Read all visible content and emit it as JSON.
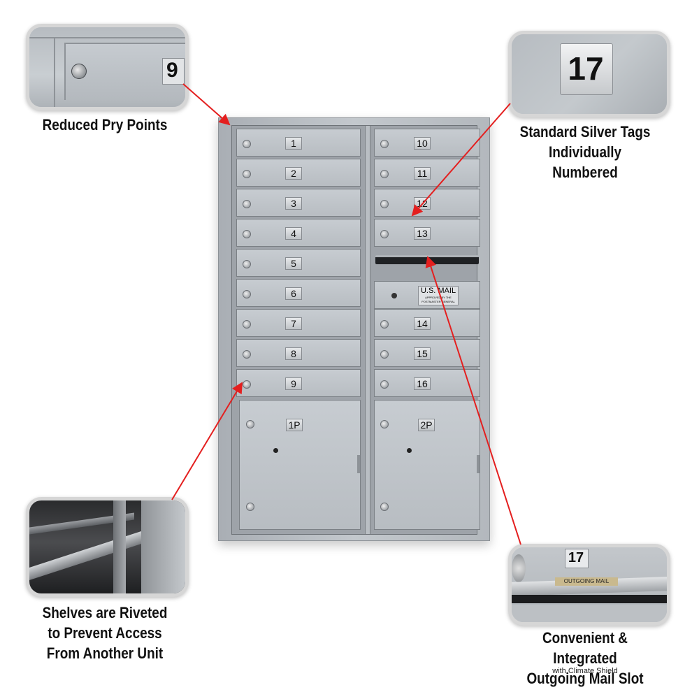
{
  "callouts": {
    "pry": {
      "caption": "Reduced Pry Points",
      "tag_number": "9"
    },
    "tags": {
      "caption_line1": "Standard Silver Tags",
      "caption_line2": "Individually Numbered",
      "tag_number": "17"
    },
    "shelves": {
      "caption_line1": "Shelves are Riveted",
      "caption_line2": "to Prevent Access",
      "caption_line3": "From Another Unit"
    },
    "slot": {
      "caption_line1": "Convenient & Integrated",
      "caption_line2": "Outgoing Mail Slot",
      "subcaption": "with Climate Shield",
      "tag_number": "17",
      "slot_label": "OUTGOING MAIL"
    }
  },
  "mailbox": {
    "left_doors": [
      "1",
      "2",
      "3",
      "4",
      "5",
      "6",
      "7",
      "8",
      "9"
    ],
    "right_doors_top": [
      "10",
      "11",
      "12",
      "13"
    ],
    "right_doors_bottom": [
      "14",
      "15",
      "16"
    ],
    "parcel_lockers": [
      "1P",
      "2P"
    ],
    "usmail_label": "U.S. MAIL",
    "usmail_sublabel": "APPROVED BY THE POSTMASTER GENERAL"
  },
  "colors": {
    "arrow": "#e41f1f",
    "frame": "#d6d6d6"
  }
}
